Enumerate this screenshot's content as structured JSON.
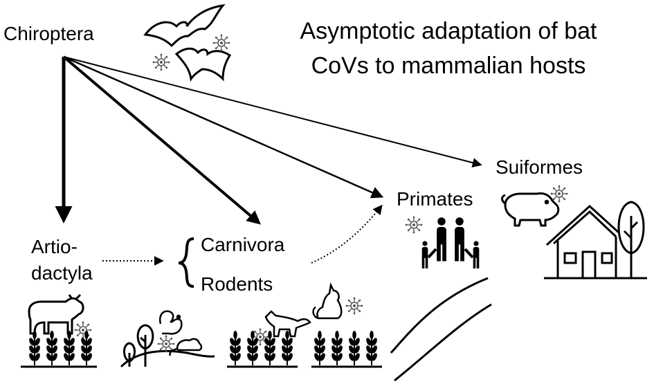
{
  "title": {
    "line1": "Asymptotic adaptation of bat",
    "line2": "CoVs to mammalian hosts"
  },
  "nodes": {
    "source": "Chiroptera",
    "artio_line1": "Artio-",
    "artio_line2": "dactyla",
    "carnivora": "Carnivora",
    "rodents": "Rodents",
    "primates": "Primates",
    "suiformes": "Suiformes"
  },
  "edges": [
    {
      "from": "Chiroptera",
      "to": "Artiodactyla",
      "style": "solid-thick"
    },
    {
      "from": "Chiroptera",
      "to": "Carnivora",
      "style": "solid-thick"
    },
    {
      "from": "Chiroptera",
      "to": "Primates",
      "style": "solid"
    },
    {
      "from": "Chiroptera",
      "to": "Suiformes",
      "style": "solid"
    },
    {
      "from": "Artiodactyla",
      "to": "Carnivora/Rodents",
      "style": "dotted"
    },
    {
      "from": "Carnivora",
      "to": "Primates",
      "style": "dotted"
    }
  ],
  "icons": [
    "bat-icon",
    "virus-icon",
    "cow-icon",
    "wheat-icon",
    "tree-icon",
    "squirrel-icon",
    "rat-icon",
    "fox-icon",
    "cat-icon",
    "family-icon",
    "pig-icon",
    "house-icon",
    "road-icon"
  ],
  "colors": {
    "ink": "#000000",
    "virus": "#555555",
    "background": "#ffffff"
  }
}
